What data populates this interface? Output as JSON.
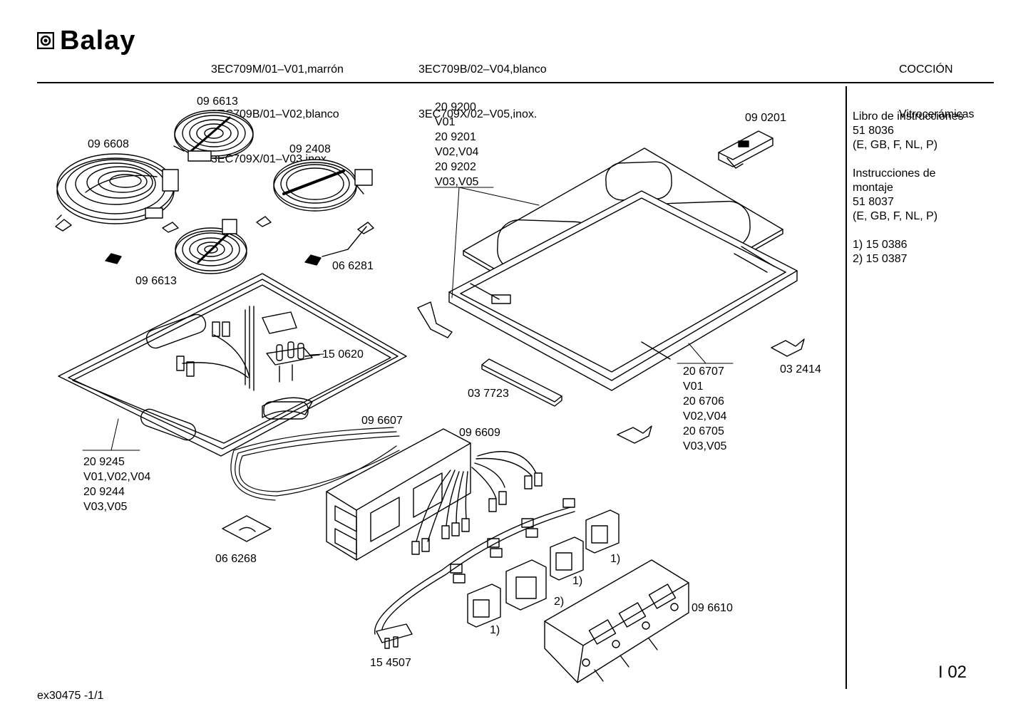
{
  "header": {
    "brand": "Balay",
    "models_col1": [
      "3EC709M/01–V01,marrón",
      "3EC709B/01–V02,blanco",
      "3EC709X/01–V03,inox."
    ],
    "models_col2": [
      "3EC709B/02–V04,blanco",
      "3EC709X/02–V05,inox."
    ],
    "category": "COCCIÓN",
    "subcategory": "Vitrocerámicas"
  },
  "sidebar": {
    "manual": [
      "Libro de instrucciones",
      "51 8036",
      "(E, GB, F, NL, P)"
    ],
    "mounting": [
      "Instrucciones de",
      "montaje",
      "51 8037",
      "(E, GB, F, NL, P)"
    ],
    "notes": [
      "1) 15 0386",
      "2) 15 0387"
    ]
  },
  "labels": {
    "l096613a": "09 6613",
    "l096608": "09 6608",
    "l092408": "09 2408",
    "l096613b": "09 6613",
    "l066281": "06 6281",
    "l209200": "20 9200\nV01\n20 9201\nV02,V04\n20 9202\nV03,V05",
    "l090201": "09 0201",
    "l150620": "15 0620",
    "l209245": "20 9245\nV01,V02,V04\n20 9244\nV03,V05",
    "l037723": "03 7723",
    "l206707": "20 6707\nV01\n20 6706\nV02,V04\n20 6705\nV03,V05",
    "l032414": "03 2414",
    "l096607": "09 6607",
    "l096609": "09 6609",
    "l066268": "06 6268",
    "l096610": "09 6610",
    "l154507": "15 4507",
    "n1a": "1)",
    "n1b": "1)",
    "n1c": "1)",
    "n2": "2)"
  },
  "page_number": "I 02",
  "footer": "ex30475 -1/1"
}
